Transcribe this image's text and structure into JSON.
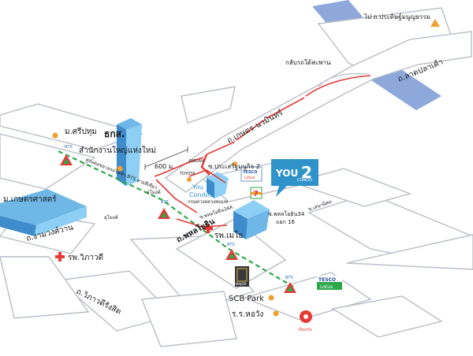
{
  "colors": {
    "water": "#8ea8dc",
    "route": "#e53935",
    "bts_line": "#2ea84a",
    "poi": "#f0a030",
    "building": "#6fb7e6",
    "badge": "#2f93c9"
  },
  "badge": {
    "top": "YOU",
    "sub": "CONDO",
    "num": "2"
  },
  "labels": {
    "to_pracha": "ไป ถ.ประดิษฐ์มนูญธรรม",
    "lat_pla_khao": "ถ.ลาดปลาเค้า",
    "u_turn": "กลับรถใต้สะพาน",
    "kaset_nawamin": "ถ.เกษตร-นวมินทร์",
    "sripatum": "ม.ศรีปทุม",
    "bank": "ธกส.",
    "bank_hq": "สำนักงานใหญ่แห่งใหม่",
    "distance": "600 ม.",
    "nissan": "NISSAN",
    "toyota": "TOYOTA",
    "soi_prasert": "ซ.ประเสริฐมนูกิจ 2",
    "you_condo1_a": "You",
    "you_condo1_b": "Condo1",
    "kasetsart": "ม.เกษตรศาสตร์",
    "under_pass": "อุโมงค์",
    "bts_line": "ส่วนต่อขยายรถไฟฟ้า BTS สายสีเขียว",
    "dept_transport": "กรมทางหลวงชนบท",
    "soi_34a": "ซ.พหลโยธิน34A",
    "seven": "7",
    "soi_34_a": "ซ.พหลโยธิน34",
    "soi_34_b": "แยก 16",
    "soi_senanikom": "ซ.เสนานิคม",
    "ngam_wong_wan": "ถ.งามวงศ์วาน",
    "vibhavadi_hosp": "รพ.วิภาวดี",
    "phahonyothin": "ถ.พหลโยธิน",
    "mayo": "รพ.เมโย",
    "major": "MAJOR",
    "vibhavadi_rd": "ถ.วิภาวดีรังสิต",
    "scb": "SCB Park",
    "hor_wang": "ร.ร.หอวัง",
    "tesco_top": "TESCO",
    "tesco_bottom": "Lotus",
    "central": "เซ็นทรัล",
    "bts": "BTS"
  }
}
